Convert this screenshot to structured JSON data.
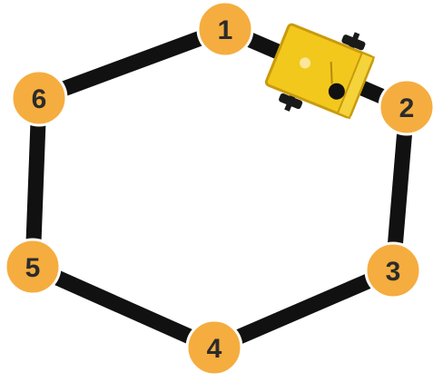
{
  "nodes": [
    {
      "id": "1",
      "label": "1"
    },
    {
      "id": "2",
      "label": "2"
    },
    {
      "id": "3",
      "label": "3"
    },
    {
      "id": "4",
      "label": "4"
    },
    {
      "id": "5",
      "label": "5"
    },
    {
      "id": "6",
      "label": "6"
    }
  ],
  "edges": [
    [
      "1",
      "2"
    ],
    [
      "2",
      "3"
    ],
    [
      "3",
      "4"
    ],
    [
      "4",
      "5"
    ],
    [
      "5",
      "6"
    ],
    [
      "6",
      "1"
    ]
  ],
  "robot_between": [
    "1",
    "2"
  ],
  "colors": {
    "node_fill": "#f5ad3f",
    "node_stroke": "#ffffff",
    "node_text": "#2b2b2b",
    "track": "#111111",
    "robot_body": "#f3c81c",
    "robot_trim": "#c99b0c",
    "robot_sensor": "#111111",
    "robot_wheel": "#1a1a1a"
  },
  "icons": [
    "line-follower-robot-icon"
  ]
}
